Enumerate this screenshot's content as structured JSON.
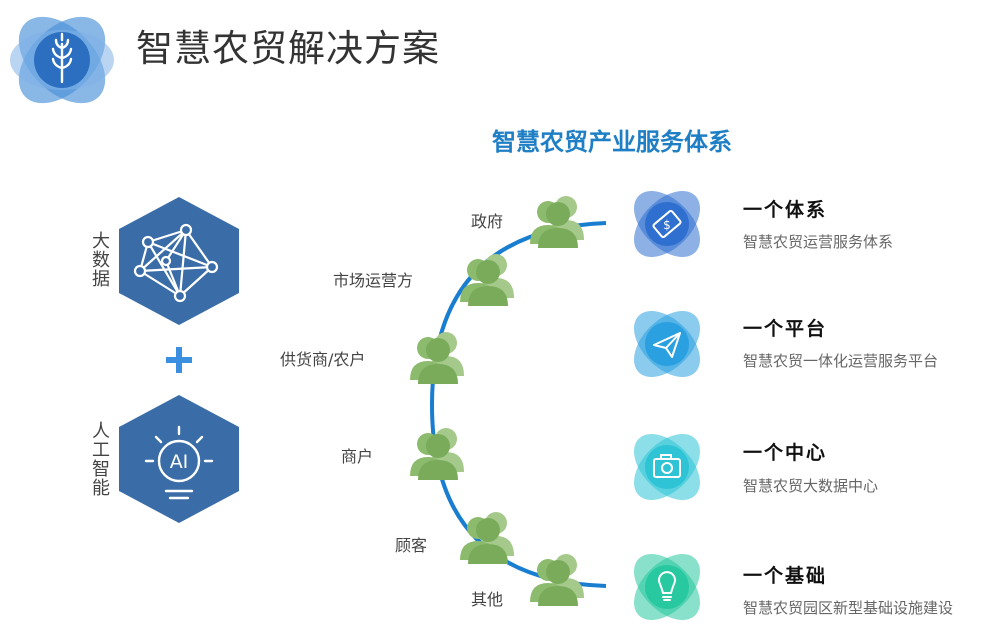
{
  "header": {
    "title": "智慧农贸解决方案",
    "logo_icon": "wheat-icon",
    "logo_colors": [
      "#4a90d9",
      "#2c6fc0",
      "#7fb3e8"
    ]
  },
  "diagram": {
    "title": "智慧农贸产业服务体系",
    "left_blocks": [
      {
        "label": "大数据",
        "icon": "network-graph-icon"
      },
      {
        "label": "人工智能",
        "icon": "ai-lightbulb-icon",
        "icon_text": "AI"
      }
    ],
    "plus": "+",
    "actors": [
      "政府",
      "市场运营方",
      "供货商/农户",
      "商户",
      "顾客",
      "其他"
    ],
    "services": [
      {
        "title": "一个体系",
        "desc": "智慧农贸运营服务体系",
        "icon": "money-note-icon",
        "color": "#2f6fd0"
      },
      {
        "title": "一个平台",
        "desc": "智慧农贸一体化运营服务平台",
        "icon": "paper-plane-icon",
        "color": "#2aa0e0"
      },
      {
        "title": "一个中心",
        "desc": "智慧农贸大数据中心",
        "icon": "camera-icon",
        "color": "#2ec4d6"
      },
      {
        "title": "一个基础",
        "desc": "智慧农贸园区新型基础设施建设",
        "icon": "lightbulb-icon",
        "color": "#28c9a0"
      }
    ],
    "colors": {
      "hexagon": "#3a6da8",
      "plus": "#3b8fe0",
      "arc": "#1a7ed0",
      "people": "#8dbb6e"
    }
  }
}
